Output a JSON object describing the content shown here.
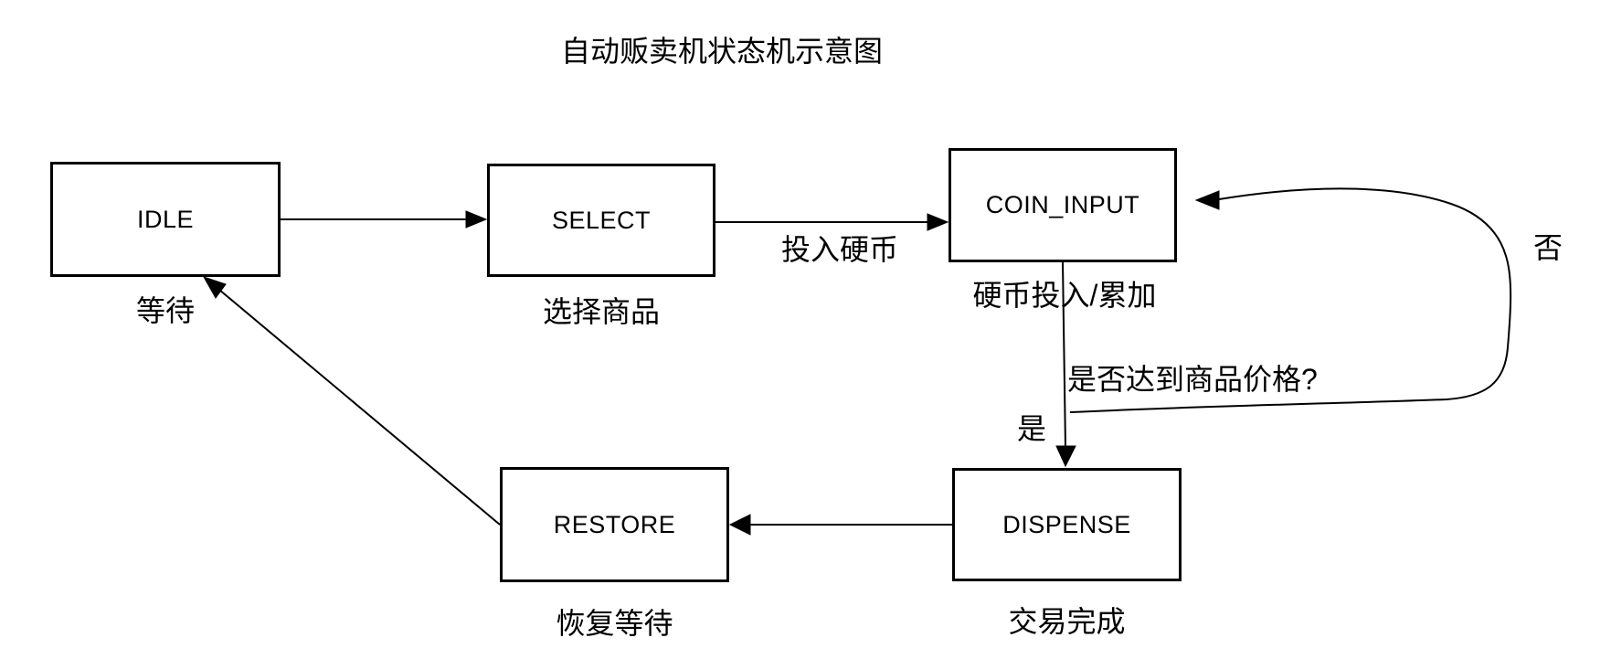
{
  "diagram": {
    "title": "自动贩卖机状态机示意图",
    "nodes": [
      {
        "id": "idle",
        "label": "IDLE",
        "caption": "等待"
      },
      {
        "id": "select",
        "label": "SELECT",
        "caption": "选择商品"
      },
      {
        "id": "coin-input",
        "label": "COIN_INPUT",
        "caption": "硬币投入/累加"
      },
      {
        "id": "restore",
        "label": "RESTORE",
        "caption": "恢复等待"
      },
      {
        "id": "dispense",
        "label": "DISPENSE",
        "caption": "交易完成"
      }
    ],
    "edge_labels": {
      "insert_coin": "投入硬币",
      "price_question": "是否达到商品价格?",
      "yes": "是",
      "no": "否"
    },
    "colors": {
      "stroke": "#000000",
      "background": "#ffffff"
    }
  }
}
